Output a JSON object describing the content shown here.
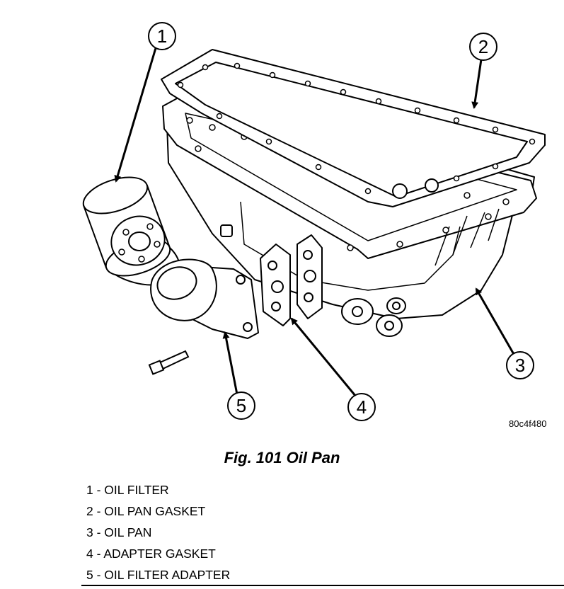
{
  "figure": {
    "code": "80c4f480",
    "caption": "Fig. 101 Oil Pan"
  },
  "callouts": [
    "1",
    "2",
    "3",
    "4",
    "5"
  ],
  "legend": [
    "1 - OIL FILTER",
    "2 - OIL PAN GASKET",
    "3 - OIL PAN",
    "4 - ADAPTER GASKET",
    "5 - OIL FILTER ADAPTER"
  ]
}
